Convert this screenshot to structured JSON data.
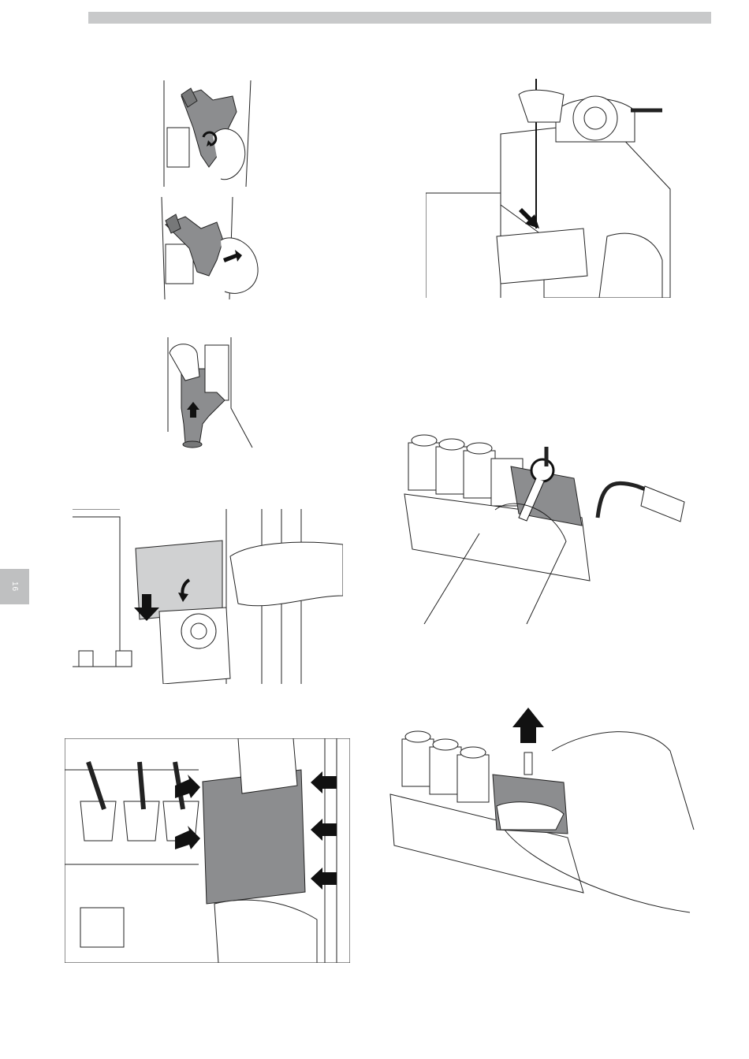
{
  "page": {
    "number": "16",
    "colors": {
      "header_bar": "#c8c9ca",
      "page_tab": "#bfc0c1",
      "part_gray": "#8c8d8f",
      "part_dark": "#777879",
      "line": "#111111"
    }
  },
  "figures": [
    {
      "id": "fig-1",
      "icon": "rotate-arrow-icon"
    },
    {
      "id": "fig-2",
      "icon": "arrow-right-icon"
    },
    {
      "id": "fig-3",
      "icon": "arrow-up-icon"
    },
    {
      "id": "fig-4",
      "icon": "arrow-down-icon"
    },
    {
      "id": "fig-5",
      "icon": "arrow-right-icon"
    },
    {
      "id": "fig-6",
      "icon": "arrow-down-icon"
    },
    {
      "id": "fig-7",
      "icon": "wrench-icon"
    },
    {
      "id": "fig-8",
      "icon": "arrow-up-icon"
    }
  ]
}
